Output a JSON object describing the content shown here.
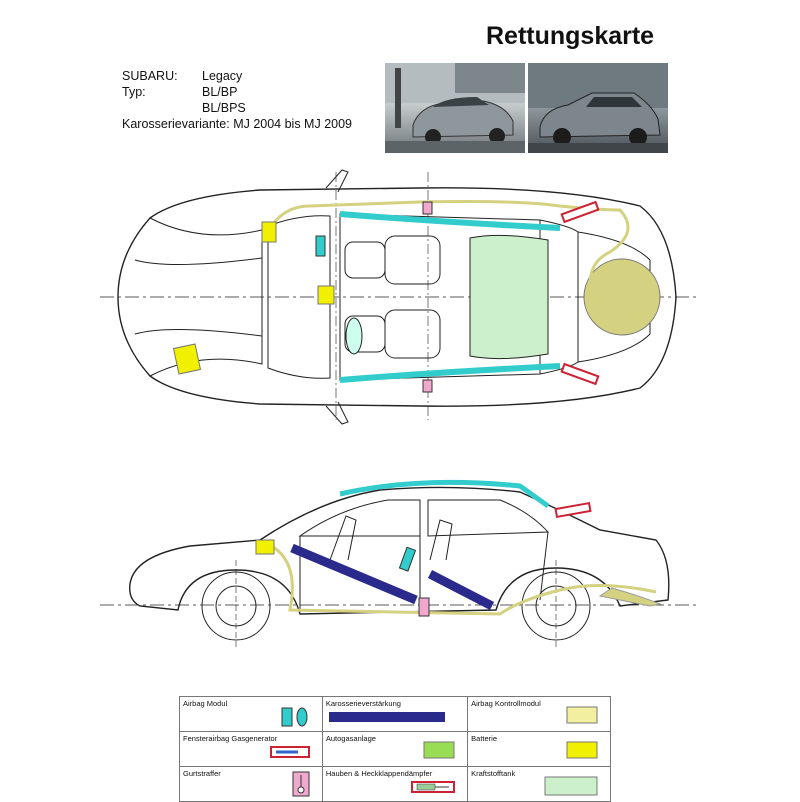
{
  "title": "Rettungskarte",
  "vehicle": {
    "make_label": "SUBARU:",
    "make_value": "Legacy",
    "type_label": "Typ:",
    "type_value_1": "BL/BP",
    "type_value_2": "BL/BPS",
    "variant_label": "Karosserievariante:",
    "variant_value": "MJ 2004 bis MJ 2009"
  },
  "legend": [
    {
      "label": "Airbag Modul",
      "symbol": "airbag-module"
    },
    {
      "label": "Karosserieverstärkung",
      "symbol": "body-reinforcement"
    },
    {
      "label": "Airbag Kontrollmodul",
      "symbol": "airbag-control-module"
    },
    {
      "label": "Fensterairbag Gasgenerator",
      "symbol": "window-airbag-generator"
    },
    {
      "label": "Autogasanlage",
      "symbol": "lpg-system"
    },
    {
      "label": "Batterie",
      "symbol": "battery"
    },
    {
      "label": "Gurtstraffer",
      "symbol": "belt-tensioner"
    },
    {
      "label": "Hauben & Heckklappendämpfer",
      "symbol": "gas-strut"
    },
    {
      "label": "Kraftstofftank",
      "symbol": "fuel-tank"
    }
  ],
  "colors": {
    "airbag": "#33cccc",
    "reinforcement": "#2a2a8c",
    "control_module": "#f2f0a0",
    "generator": "#cc2233",
    "lpg": "#99dd55",
    "battery": "#f0f000",
    "tensioner": "#f0a8cc",
    "fuel_tank": "#ccf0cc",
    "fuel_line": "#d4d280",
    "strut": "#99cc99"
  }
}
